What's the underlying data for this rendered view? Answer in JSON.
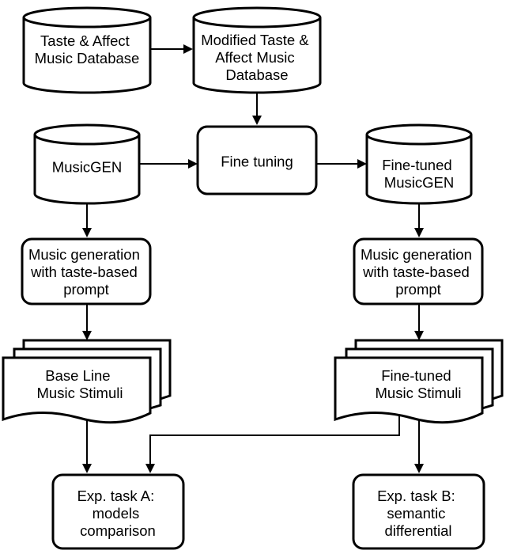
{
  "nodes": {
    "taste_db": {
      "lines": [
        "Taste & Affect",
        "Music Database"
      ]
    },
    "modified_db": {
      "lines": [
        "Modified Taste &",
        "Affect Music",
        "Database"
      ]
    },
    "musicgen": {
      "lines": [
        "MusicGEN"
      ]
    },
    "fine_tuning": {
      "lines": [
        "Fine tuning"
      ]
    },
    "finetuned_musicgen": {
      "lines": [
        "Fine-tuned",
        "MusicGEN"
      ]
    },
    "gen_left": {
      "lines": [
        "Music generation",
        "with taste-based",
        "prompt"
      ]
    },
    "gen_right": {
      "lines": [
        "Music generation",
        "with taste-based",
        "prompt"
      ]
    },
    "stimuli_left": {
      "lines": [
        "Base Line",
        "Music Stimuli"
      ]
    },
    "stimuli_right": {
      "lines": [
        "Fine-tuned",
        "Music Stimuli"
      ]
    },
    "task_a": {
      "lines": [
        "Exp. task A:",
        "models",
        "comparison"
      ]
    },
    "task_b": {
      "lines": [
        "Exp. task B:",
        "semantic",
        "differential"
      ]
    }
  },
  "edges": [
    {
      "from": "taste_db",
      "to": "modified_db"
    },
    {
      "from": "modified_db",
      "to": "fine_tuning"
    },
    {
      "from": "musicgen",
      "to": "fine_tuning"
    },
    {
      "from": "fine_tuning",
      "to": "finetuned_musicgen"
    },
    {
      "from": "musicgen",
      "to": "gen_left"
    },
    {
      "from": "finetuned_musicgen",
      "to": "gen_right"
    },
    {
      "from": "gen_left",
      "to": "stimuli_left"
    },
    {
      "from": "gen_right",
      "to": "stimuli_right"
    },
    {
      "from": "stimuli_left",
      "to": "task_a"
    },
    {
      "from": "stimuli_right",
      "to": "task_a"
    },
    {
      "from": "stimuli_right",
      "to": "task_b"
    }
  ]
}
